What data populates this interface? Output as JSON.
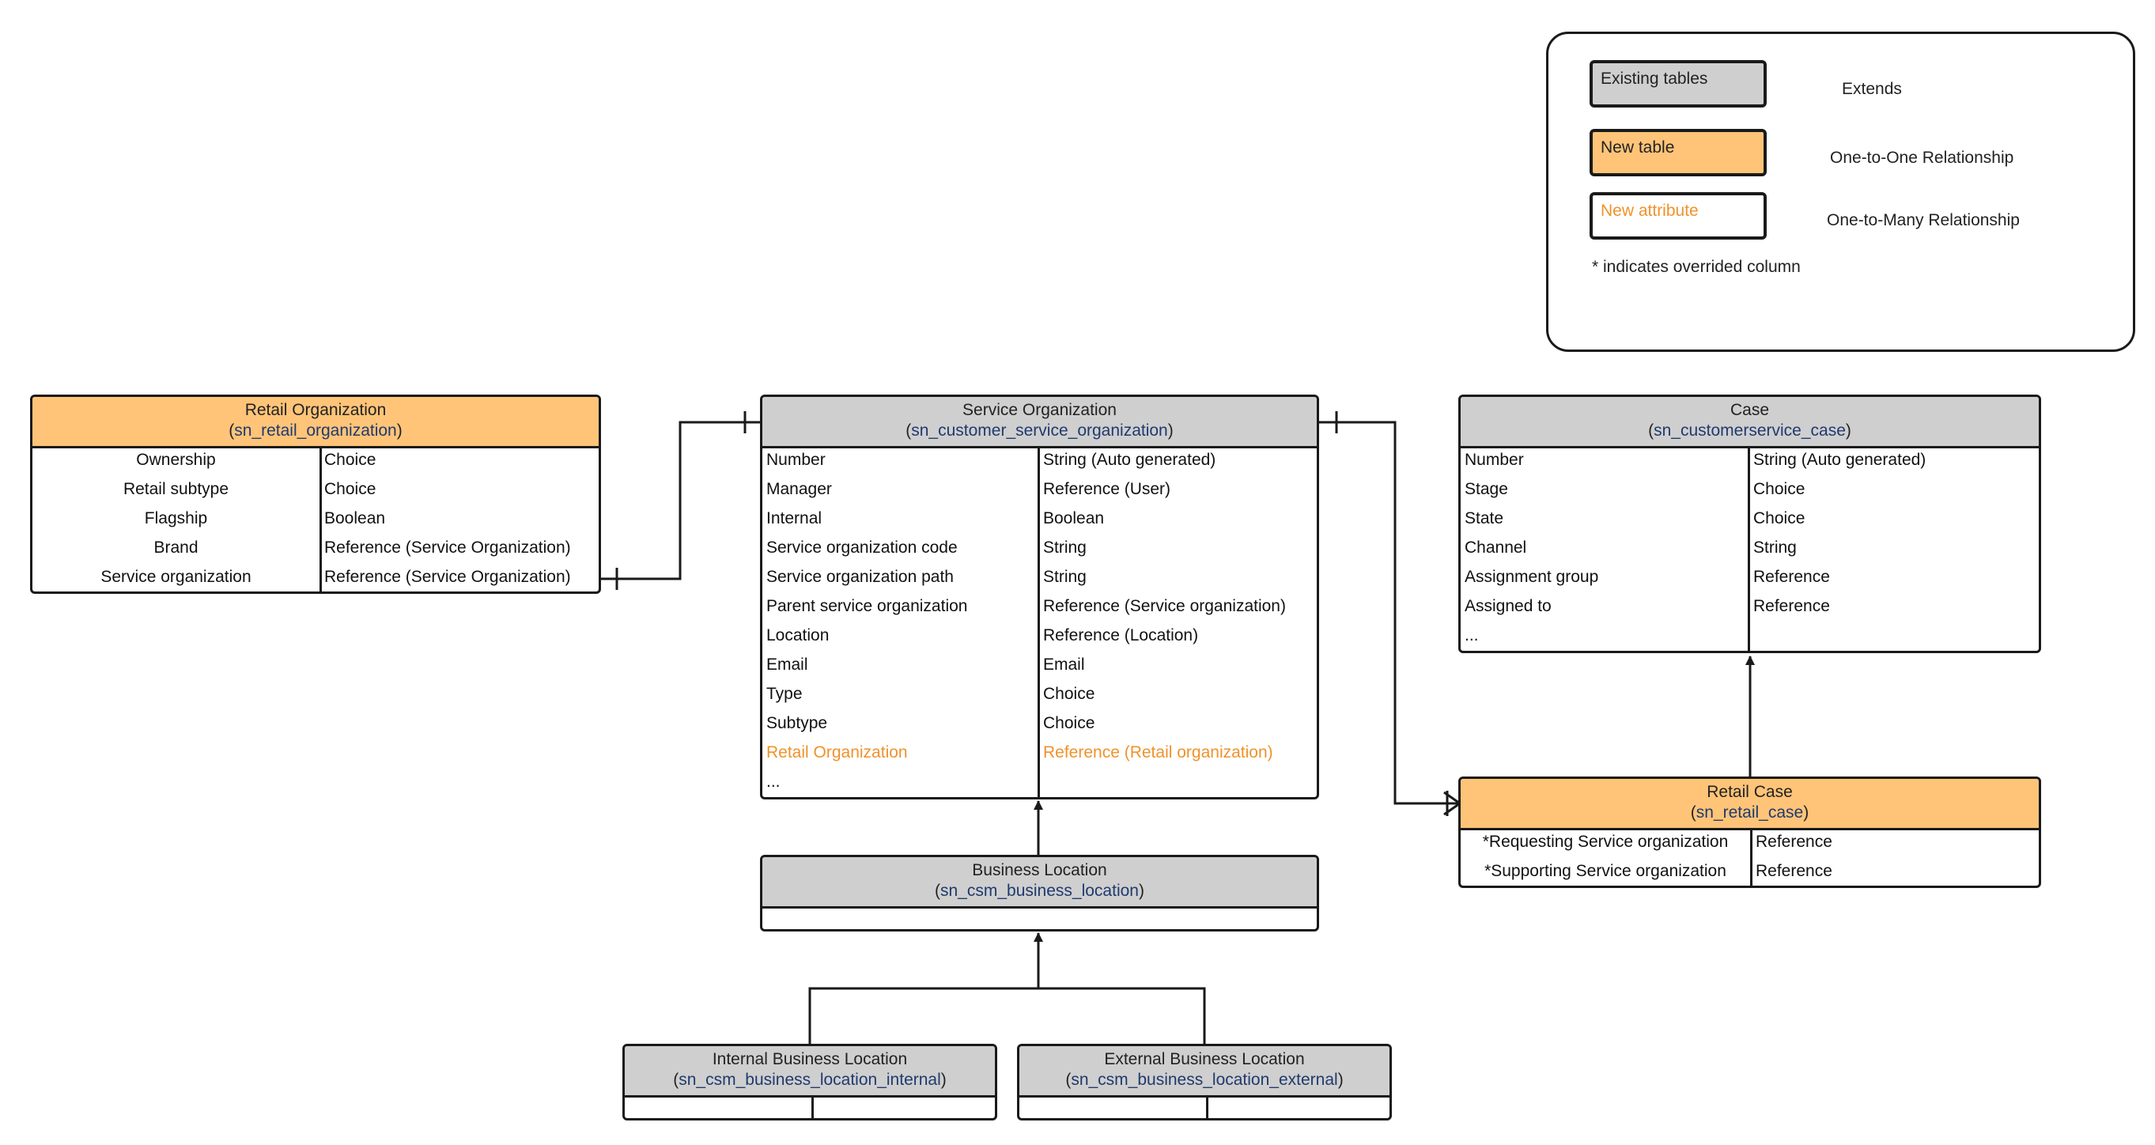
{
  "legend": {
    "existing_tables": "Existing tables",
    "new_table": "New table",
    "new_attribute": "New attribute",
    "extends": "Extends",
    "one_to_one": "One-to-One Relationship",
    "one_to_many": "One-to-Many Relationship",
    "note": "* indicates overrided column"
  },
  "colors": {
    "existing": "#cfcfcf",
    "new_table": "#ffc478",
    "new_attribute": "#f0922b",
    "sysname": "#1f3a6e"
  },
  "retail_org": {
    "title": "Retail Organization",
    "sysname": "sn_retail_organization",
    "rows": [
      {
        "field": "Ownership",
        "type": "Choice"
      },
      {
        "field": "Retail subtype",
        "type": "Choice"
      },
      {
        "field": "Flagship",
        "type": "Boolean"
      },
      {
        "field": "Brand",
        "type": "Reference (Service Organization)"
      },
      {
        "field": "Service organization",
        "type": "Reference (Service Organization)"
      }
    ]
  },
  "service_org": {
    "title": "Service Organization",
    "sysname": "sn_customer_service_organization",
    "rows": [
      {
        "field": "Number",
        "type": "String (Auto generated)"
      },
      {
        "field": "Manager",
        "type": "Reference (User)"
      },
      {
        "field": "Internal",
        "type": "Boolean"
      },
      {
        "field": "Service organization code",
        "type": "String"
      },
      {
        "field": "Service organization path",
        "type": "String"
      },
      {
        "field": "Parent service organization",
        "type": "Reference (Service organization)"
      },
      {
        "field": "Location",
        "type": "Reference (Location)"
      },
      {
        "field": "Email",
        "type": "Email"
      },
      {
        "field": "Type",
        "type": "Choice"
      },
      {
        "field": "Subtype",
        "type": "Choice"
      },
      {
        "field": "Retail Organization",
        "type": "Reference (Retail organization)",
        "new": true
      },
      {
        "field": "...",
        "type": ""
      }
    ]
  },
  "case": {
    "title": "Case",
    "sysname": "sn_customerservice_case",
    "rows": [
      {
        "field": "Number",
        "type": "String (Auto generated)"
      },
      {
        "field": "Stage",
        "type": "Choice"
      },
      {
        "field": "State",
        "type": "Choice"
      },
      {
        "field": "Channel",
        "type": "String"
      },
      {
        "field": "Assignment group",
        "type": "Reference"
      },
      {
        "field": "Assigned to",
        "type": "Reference"
      },
      {
        "field": "...",
        "type": ""
      }
    ]
  },
  "retail_case": {
    "title": "Retail Case",
    "sysname": "sn_retail_case",
    "rows": [
      {
        "field": "*Requesting Service organization",
        "type": "Reference"
      },
      {
        "field": "*Supporting Service organization",
        "type": "Reference"
      }
    ]
  },
  "business_location": {
    "title": "Business Location",
    "sysname": "sn_csm_business_location"
  },
  "internal_bl": {
    "title": "Internal Business Location",
    "sysname": "sn_csm_business_location_internal"
  },
  "external_bl": {
    "title": "External Business Location",
    "sysname": "sn_csm_business_location_external"
  }
}
